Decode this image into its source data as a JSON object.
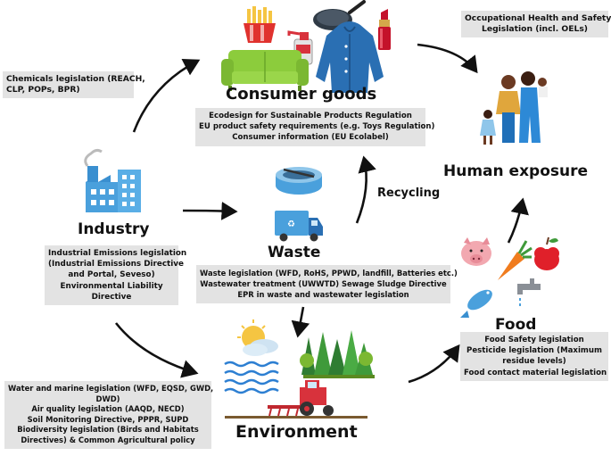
{
  "nodes": {
    "consumer_goods": {
      "title": "Consumer goods",
      "legislation": [
        "Ecodesign for Sustainable Products Regulation",
        "EU product safety requirements (e.g. Toys Regulation)",
        "Consumer information (EU Ecolabel)"
      ]
    },
    "industry": {
      "title": "Industry",
      "legislation": [
        "Industrial Emissions legislation",
        "(Industrial Emissions Directive",
        "and Portal, Seveso)",
        "Environmental Liability",
        "Directive"
      ]
    },
    "waste": {
      "title": "Waste",
      "legislation": [
        "Waste legislation (WFD, RoHS, PPWD, landfill, Batteries etc.)",
        "Wastewater treatment (UWWTD) Sewage Sludge Directive",
        "EPR in waste and wastewater legislation"
      ]
    },
    "environment": {
      "title": "Environment",
      "legislation": [
        "Water and marine legislation (WFD, EQSD, GWD,",
        "DWD)",
        "Air quality legislation (AAQD, NECD)",
        "Soil Monitoring Directive, PPPR, SUPD",
        "Biodiversity legislation (Birds and Habitats",
        "Directives) & Common Agricultural policy"
      ]
    },
    "food": {
      "title": "Food",
      "legislation": [
        "Food Safety legislation",
        "Pesticide legislation (Maximum",
        "residue levels)",
        "Food contact material legislation"
      ]
    },
    "human_exposure": {
      "title": "Human exposure"
    }
  },
  "side_boxes": {
    "chemicals": [
      "Chemicals legislation (REACH,",
      "CLP, POPs, BPR)"
    ],
    "occupational": [
      "Occupational Health and Safety",
      "Legislation (incl. OELs)"
    ]
  },
  "arrow_labels": {
    "recycling": "Recycling"
  },
  "colors": {
    "box_fill": "#e3e3e3",
    "arrow": "#111111",
    "industry_blue": "#4aa0dc",
    "sofa_green": "#8ccc3c",
    "tractor_red": "#d8323c",
    "water_blue": "#2d7fd2",
    "sun": "#f5c542",
    "tree_green": "#3f9a3a"
  },
  "icons": [
    "fries-icon",
    "frying-pan-icon",
    "spray-bottle-icon",
    "lipstick-icon",
    "sofa-icon",
    "raincoat-icon",
    "factory-icon",
    "waste-sorting-tank-icon",
    "garbage-truck-icon",
    "family-icon",
    "pig-icon",
    "carrot-icon",
    "apple-icon",
    "fish-icon",
    "water-tap-icon",
    "sun-cloud-icon",
    "forest-icon",
    "water-waves-icon",
    "tractor-icon"
  ]
}
